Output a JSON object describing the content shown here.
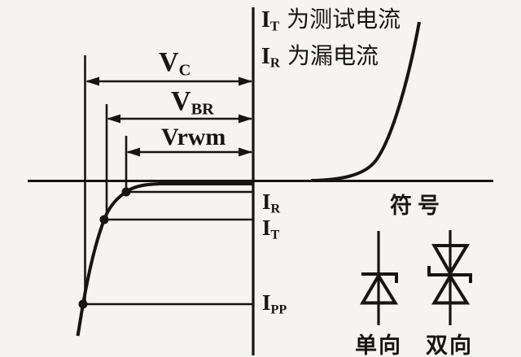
{
  "figure": {
    "background": "#f5f4f1",
    "ink": "#171512",
    "description": "TVS diode reverse/forward V-I characteristic with parameter annotations"
  },
  "notes": {
    "it_note": {
      "base": "I",
      "sub": "T",
      "rest": "为测试电流"
    },
    "ir_note": {
      "base": "I",
      "sub": "R",
      "rest": "为漏电流"
    }
  },
  "voltage_spans": {
    "vc": {
      "base": "V",
      "sub": "C"
    },
    "vbr": {
      "base": "V",
      "sub": "BR"
    },
    "vrwm": {
      "base": "Vrwm",
      "sub": ""
    }
  },
  "current_levels": {
    "ir": {
      "base": "I",
      "sub": "R"
    },
    "it": {
      "base": "I",
      "sub": "T"
    },
    "ipp": {
      "base": "I",
      "sub": "PP"
    }
  },
  "symbols": {
    "heading": "符号",
    "unidirectional_label": "单向",
    "bidirectional_label": "双向"
  }
}
